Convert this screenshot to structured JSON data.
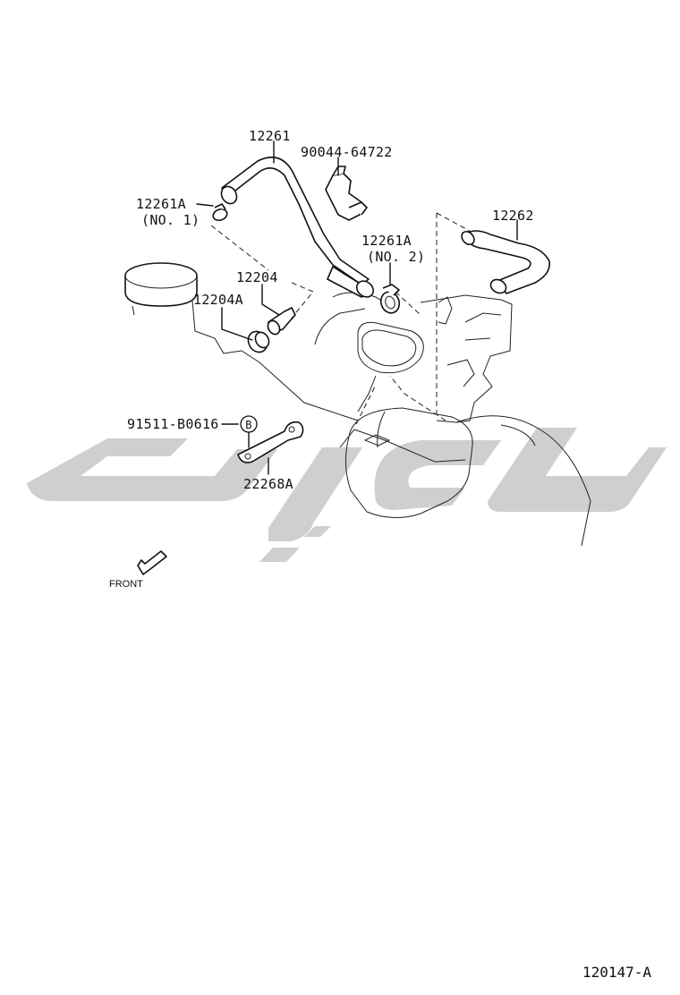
{
  "labels": {
    "hose_12261": "12261",
    "clip_90044": "90044-64722",
    "clamp_no1": "12261A",
    "clamp_no1_sub": "(NO. 1)",
    "hose_12262": "12262",
    "clamp_no2": "12261A",
    "clamp_no2_sub": "(NO. 2)",
    "valve_12204": "12204",
    "grommet_12204a": "12204A",
    "bolt_91511": "91511-B0616",
    "bolt_marker": "B",
    "bracket_22268a": "22268A",
    "front": "FRONT"
  },
  "diagram_code": "120147-A",
  "colors": {
    "ink": "#111111",
    "watermark": "#a8a8a8",
    "background": "#ffffff"
  }
}
